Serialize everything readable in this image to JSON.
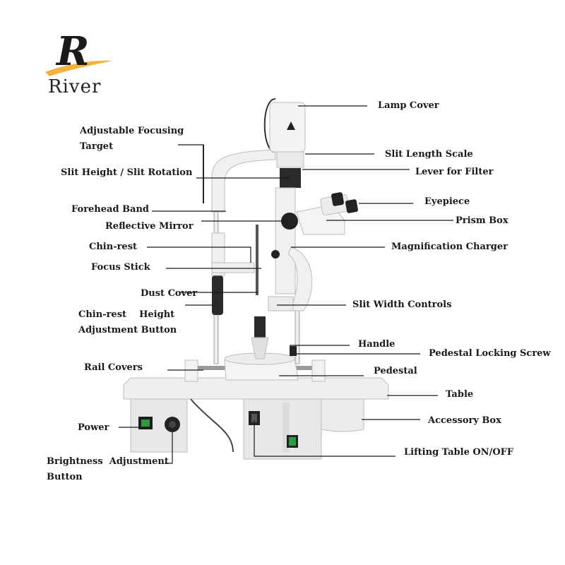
{
  "brand": {
    "name": "River",
    "logo_letter": "R",
    "accent_color": "#f2b33d"
  },
  "labels": {
    "lamp_cover": "Lamp Cover",
    "adjustable_focusing_target": "Adjustable Focusing\nTarget",
    "slit_length_scale": "Slit Length Scale",
    "slit_height_rotation": "Slit Height / Slit Rotation",
    "lever_for_filter": "Lever for Filter",
    "eyepiece": "Eyepiece",
    "forehead_band": "Forehead Band",
    "prism_box": "Prism Box",
    "reflective_mirror": "Reflective Mirror",
    "chin_rest": "Chin-rest",
    "magnification_charger": "Magnification Charger",
    "focus_stick": "Focus Stick",
    "dust_cover": "Dust Cover",
    "slit_width_controls": "Slit Width Controls",
    "chin_rest_height_button": "Chin-rest    Height\nAdjustment Button",
    "handle": "Handle",
    "pedestal_locking_screw": "Pedestal Locking Screw",
    "rail_covers": "Rail Covers",
    "pedestal": "Pedestal",
    "table": "Table",
    "accessory_box": "Accessory Box",
    "power": "Power",
    "lifting_table_on_off": "Lifting Table ON/OFF",
    "brightness_adjustment_button": "Brightness  Adjustment\nButton"
  },
  "colors": {
    "device_body": "#eeeeee",
    "device_shadow": "#c9c9c9",
    "leader_line": "#1a1a1a",
    "switch_green": "#2e9a3e"
  }
}
